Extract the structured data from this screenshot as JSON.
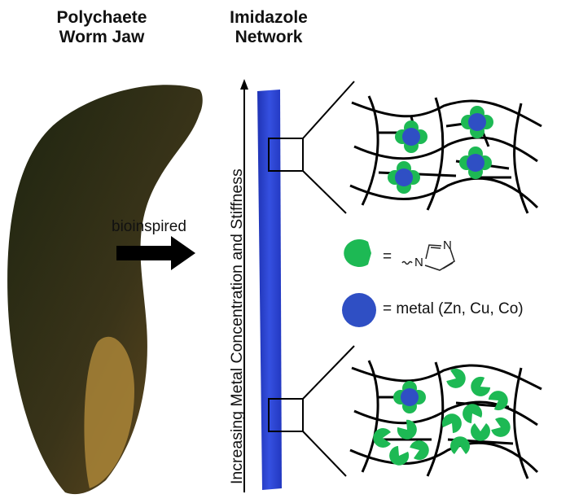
{
  "titles": {
    "left": [
      "Polychaete",
      "Worm Jaw"
    ],
    "middle": [
      "Imidazole",
      "Network"
    ]
  },
  "arrow_label": "bioinspired",
  "axis_label": "Increasing Metal Concentration and Stiffness",
  "legend": {
    "ligand_eq": "=",
    "ligand_atom_n1": "N",
    "ligand_atom_n3": "N",
    "metal_text": "= metal (Zn, Cu, Co)"
  },
  "colors": {
    "ligand": "#1db954",
    "metal": "#2f4fc4",
    "bar": "#2a3fd0",
    "jaw": "#2b2a14"
  }
}
